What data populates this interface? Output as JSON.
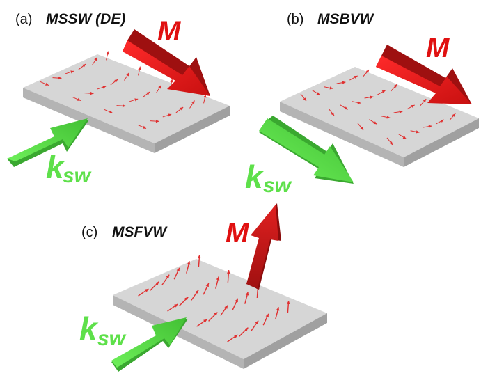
{
  "panels": [
    {
      "label": "(a)",
      "title": "MSSW (DE)",
      "magnetization_label": "M",
      "wavevector_label": "k",
      "wavevector_subscript": "sw"
    },
    {
      "label": "(b)",
      "title": "MSBVW",
      "magnetization_label": "M",
      "wavevector_label": "k",
      "wavevector_subscript": "sw"
    },
    {
      "label": "(c)",
      "title": "MSFVW",
      "magnetization_label": "M",
      "wavevector_label": "k",
      "wavevector_subscript": "sw"
    }
  ],
  "colors": {
    "slab_top": "#d6d6d6",
    "slab_side": "#a9a9a9",
    "magnetization_arrow": "#e01818",
    "magnetization_arrow_dark": "#a81010",
    "wavevector_arrow": "#5ee04a",
    "wavevector_arrow_dark": "#3aa830",
    "spin_arrow": "#e03030"
  }
}
